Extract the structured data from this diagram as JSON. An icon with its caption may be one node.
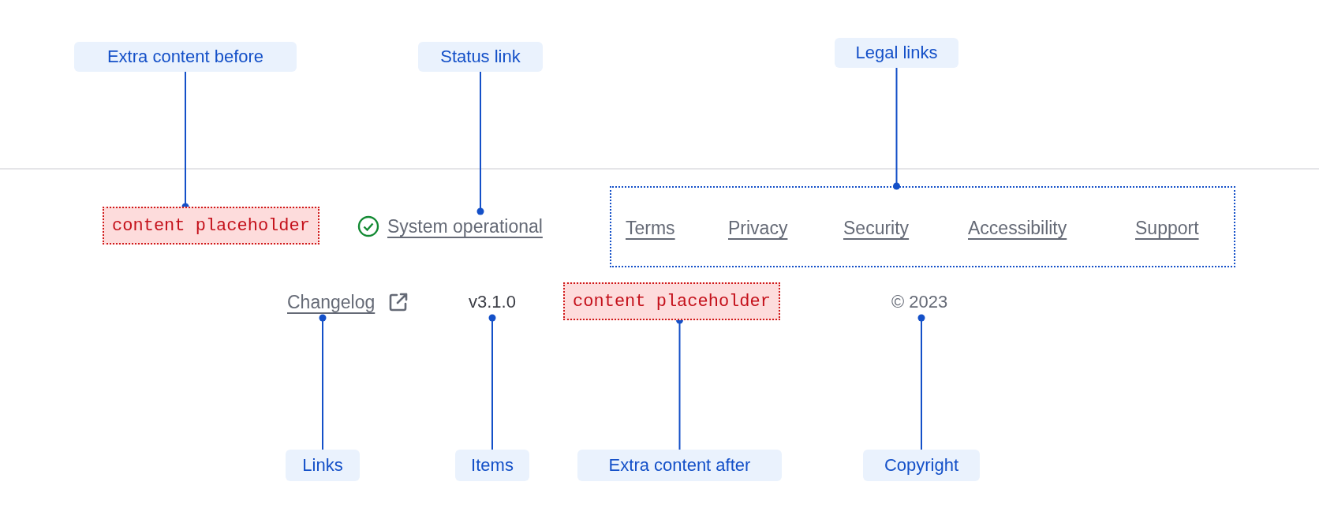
{
  "diagram": {
    "nodes": [
      {
        "text": [
          "Extra content before"
        ]
      },
      {
        "text": [
          "Status link"
        ]
      },
      {
        "text": [
          "Legal links"
        ]
      },
      {
        "text": [
          "content placeholder"
        ]
      },
      {
        "text": [
          "System operational"
        ]
      },
      {
        "text": [],
        "shape": "box"
      },
      {
        "text": [
          "Terms"
        ],
        "in": 5
      },
      {
        "text": [
          "Privacy"
        ],
        "in": 5
      },
      {
        "text": [
          "Security"
        ],
        "in": 5
      },
      {
        "text": [
          "Accessibility"
        ],
        "in": 5
      },
      {
        "text": [
          "Support"
        ],
        "in": 5
      },
      {
        "text": [
          "Changelog"
        ]
      },
      {
        "text": [
          "v3.1.0"
        ]
      },
      {
        "text": [
          "content placeholder"
        ]
      },
      {
        "text": [
          "© 2023"
        ]
      },
      {
        "text": [
          "Links"
        ]
      },
      {
        "text": [
          "Items"
        ]
      },
      {
        "text": [
          "Extra content after"
        ]
      },
      {
        "text": [
          "Copyright"
        ]
      }
    ],
    "edges": [
      {
        "from": 0,
        "to": 3,
        "arrow": "other"
      },
      {
        "from": 1,
        "to": 4,
        "arrow": "other"
      },
      {
        "from": 2,
        "to": 5,
        "arrow": "other"
      },
      {
        "from": 15,
        "to": 11,
        "arrow": "other"
      },
      {
        "from": 16,
        "to": 12,
        "arrow": "other"
      },
      {
        "from": 17,
        "to": 13,
        "arrow": "other"
      },
      {
        "from": 18,
        "to": 14,
        "arrow": "other"
      }
    ]
  }
}
